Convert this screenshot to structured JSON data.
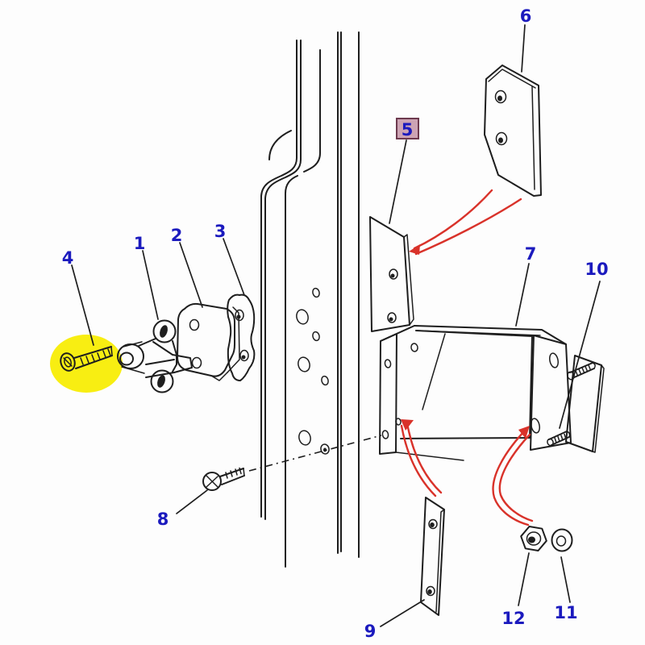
{
  "colors": {
    "background": "#fdfdfd",
    "line": "#1e1e1e",
    "callout_blue": "#1b1abe",
    "arrow_red": "#d9322a",
    "highlight_yellow": "#f8ee12",
    "selected_box_fill": "#cda4b4",
    "selected_box_border": "#6d3a4e"
  },
  "selected_callout": "5",
  "highlighted_callout": "4",
  "callouts": [
    {
      "label": "1"
    },
    {
      "label": "2"
    },
    {
      "label": "3"
    },
    {
      "label": "4",
      "highlighted": true
    },
    {
      "label": "5",
      "selected": true
    },
    {
      "label": "6"
    },
    {
      "label": "7"
    },
    {
      "label": "8"
    },
    {
      "label": "9"
    },
    {
      "label": "10"
    },
    {
      "label": "11"
    },
    {
      "label": "12"
    }
  ]
}
